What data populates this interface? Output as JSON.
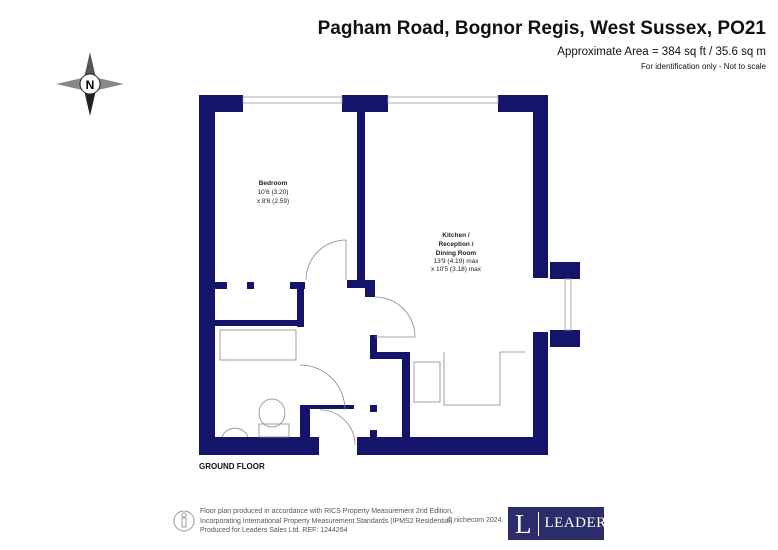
{
  "header": {
    "title": "Pagham Road, Bognor Regis, West Sussex, PO21",
    "area": "Approximate Area = 384 sq ft / 35.6 sq m",
    "note": "For identification only - Not to scale"
  },
  "compass": {
    "label": "N"
  },
  "rooms": {
    "bedroom": {
      "name": "Bedroom",
      "dim1": "10'6 (3.20)",
      "dim2": "x 8'6 (2.59)"
    },
    "kitchen": {
      "name1": "Kitchen /",
      "name2": "Reception /",
      "name3": "Dining Room",
      "dim1": "13'9 (4.19) max",
      "dim2": "x 10'5 (3.18) max"
    }
  },
  "floor_label": "GROUND FLOOR",
  "footer": {
    "line1": "Floor plan produced in accordance with RICS Property Measurement 2nd Edition,",
    "line2": "Incorporating International Property Measurement Standards (IPMS2 Residential).",
    "line3": "Produced for Leaders Sales Ltd.   REF: 1244264",
    "copyright": "© nichecom 2024.",
    "logo_letter": "L",
    "logo_word": "LEADERS"
  },
  "colors": {
    "wall": "#14146a",
    "logo": "#2c2c6a"
  }
}
